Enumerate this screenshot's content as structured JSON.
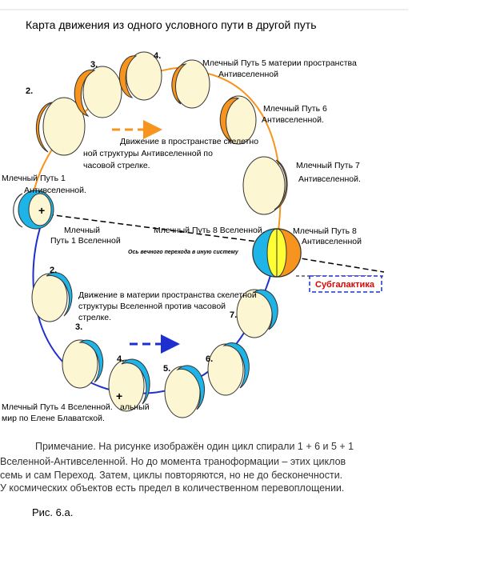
{
  "title": "Карта движения из одного условного пути в другой путь",
  "upper": {
    "numbers": [
      "2.",
      "3.",
      "4."
    ],
    "mp5": [
      "Млечный Путь 5 материи пространства",
      "Антивселенной"
    ],
    "mp6": [
      "Млечный Путь 6",
      "Антивселенной."
    ],
    "mp7": [
      "Млечный Путь 7",
      "Антивселенной."
    ],
    "mp1a": [
      "Млечный Путь 1",
      "Антивселенной."
    ],
    "movement": [
      "Движение в пространстве скелетно",
      "ной структуры Антивселенной по",
      "часовой стрелке."
    ]
  },
  "middle": {
    "mp1u": [
      "Млечный",
      "Путь 1 Вселенной"
    ],
    "mp8u": "Млечный Путь 8 Вселенной.",
    "mp8a": [
      "Млечный Путь 8",
      "Антивселенной"
    ],
    "axis": "Ось вечного перехода в иную систему",
    "subgalaxy": "Субгалактика"
  },
  "lower": {
    "numbers": [
      "2.",
      "3.",
      "4.",
      "5.",
      "6.",
      "7."
    ],
    "movement": [
      "Движение в материи пространства скелетной",
      "структуры Вселенной против часовой",
      "стрелке."
    ],
    "mp4": [
      "Млечный Путь 4 Вселенной.",
      "мир по Елене Блаватской."
    ],
    "partial": "альный"
  },
  "note": [
    "Примечание. На рисунке изображён один цикл спирали 1 + 6 и 5 + 1",
    "Вселенной-Антивселенной. Но до момента траноформации – этих циклов",
    "семь и сам Переход. Затем, циклы повторяются, но не до бесконечности.",
    "У космических объектов есть предел в количественном перевоплощении."
  ],
  "figure_label": "Рис. 6.а.",
  "colors": {
    "orange": "#f7941d",
    "blue": "#1eb4e8",
    "cream": "#fdf6d3",
    "yellow": "#ffff33",
    "orbit_orange": "#f7941d",
    "orbit_blue": "#1e2fd0",
    "subgalaxy_red": "#e00000"
  }
}
